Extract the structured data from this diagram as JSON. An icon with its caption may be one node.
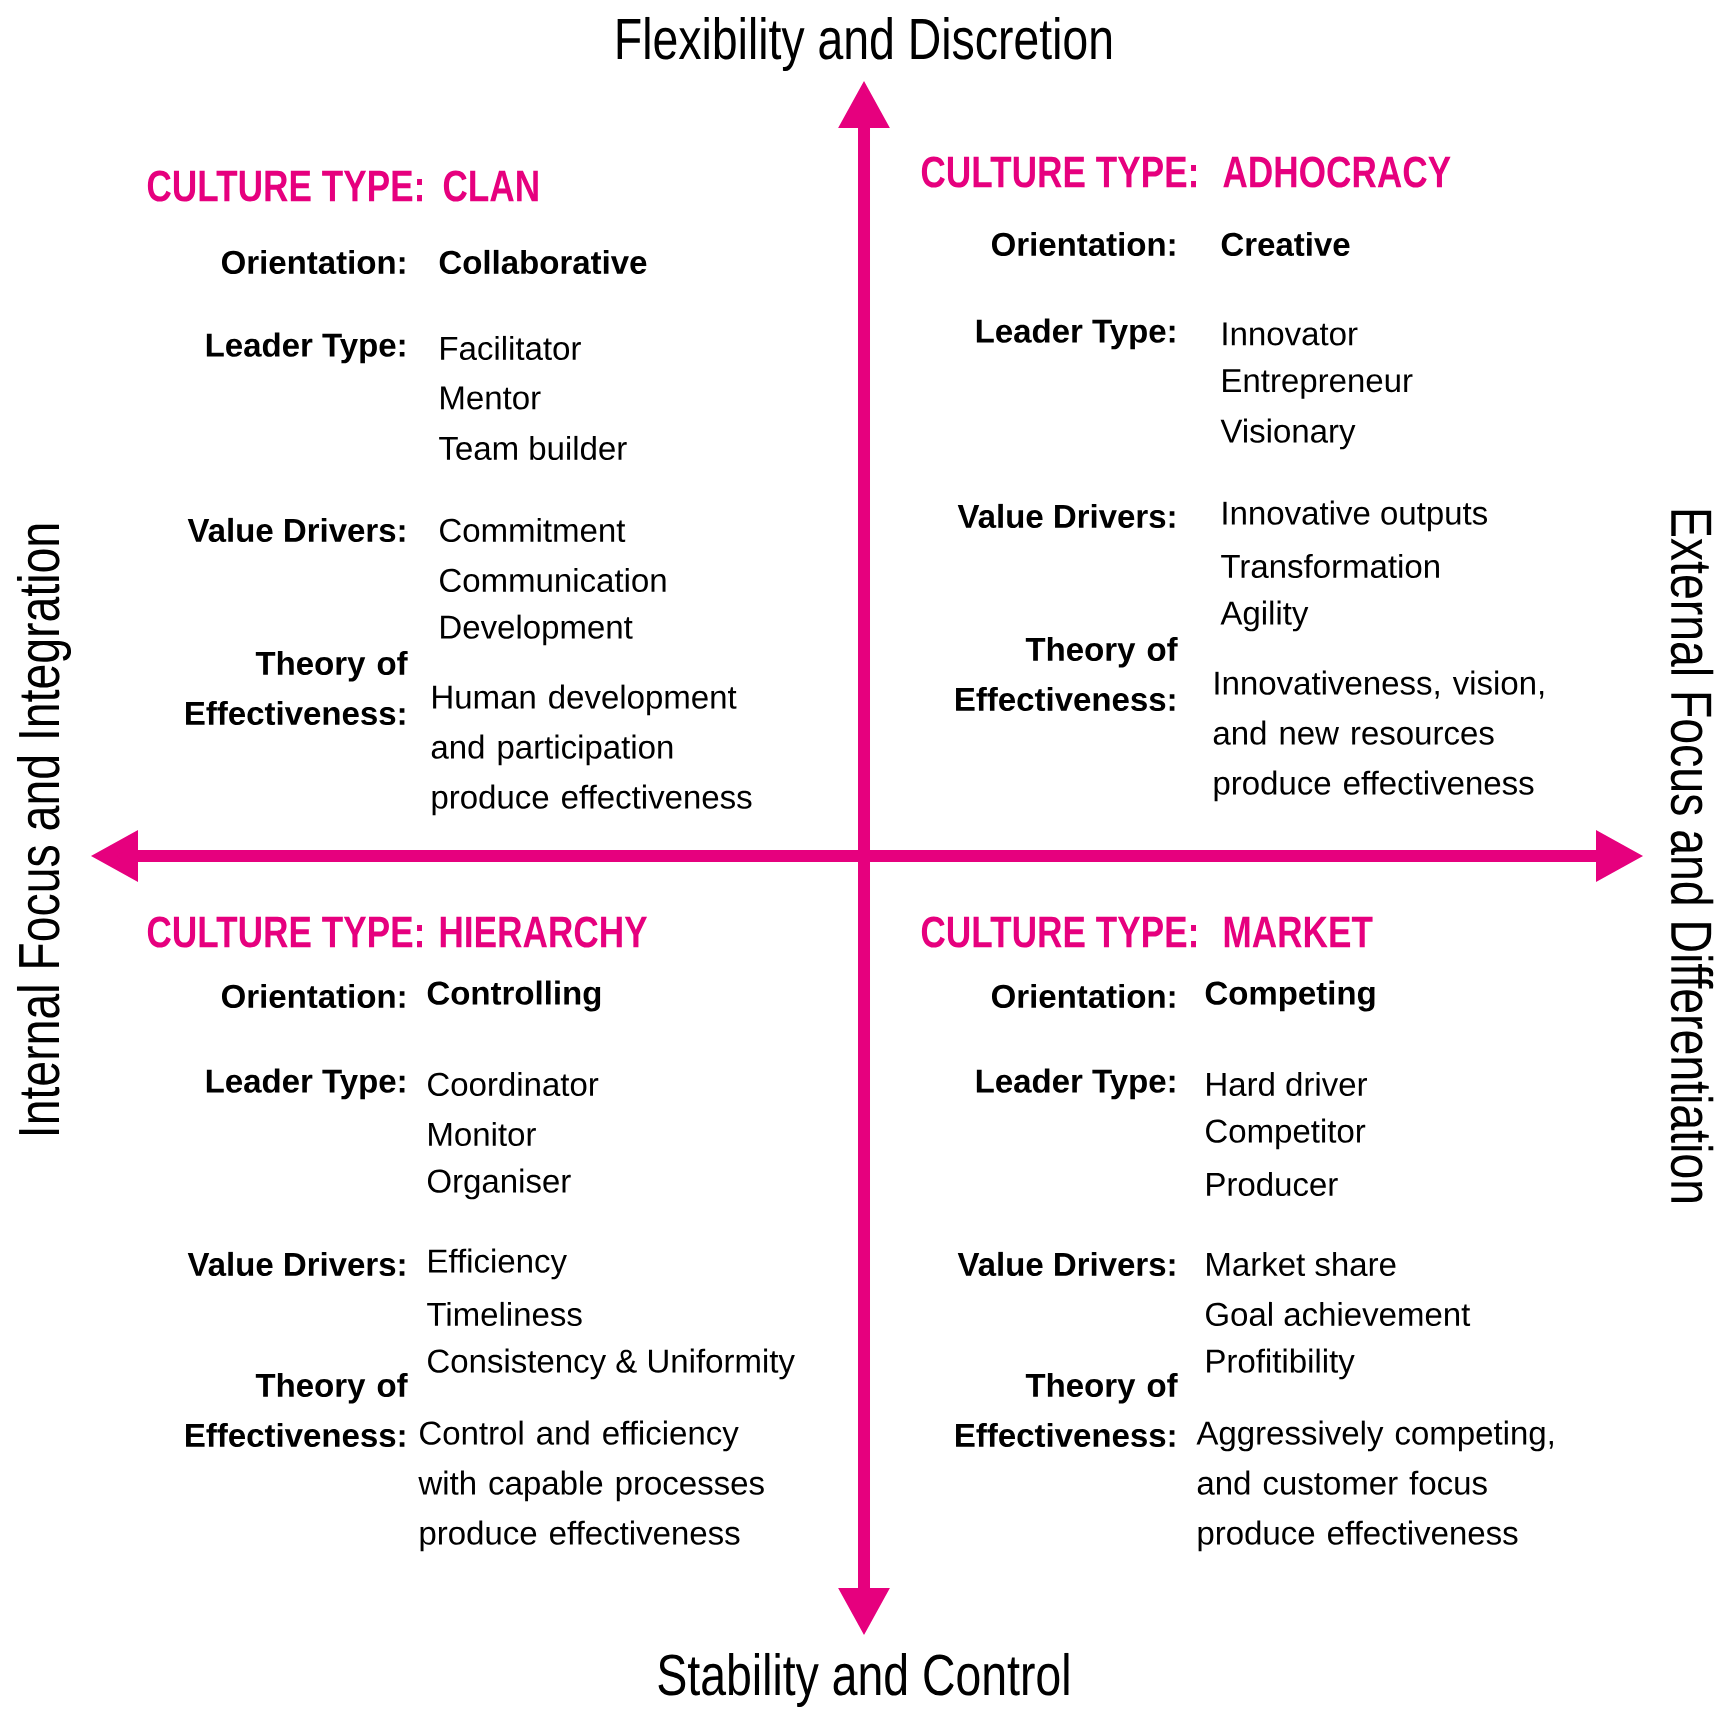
{
  "diagram": {
    "labels": [
      "Flexibility and Discretion",
      "CULTURE TYPE:",
      "CLAN",
      "Orientation:",
      "Collaborative",
      "Leader Type:",
      "Facilitator",
      "Mentor",
      "Team builder",
      "Value Drivers:",
      "Commitment",
      "Communication",
      "Development",
      "Theory of Effectiveness:",
      "Human development and participation produce effectiveness",
      "CULTURE TYPE:",
      "ADHOCRACY",
      "Orientation:",
      "Creative",
      "Leader Type:",
      "Innovator",
      "Entrepreneur",
      "Visionary",
      "Value Drivers:",
      "Innovative outputs",
      "Transformation",
      "Agility",
      "Theory of Effectiveness:",
      "Innovativeness, vision, and new resources produce effectiveness",
      "Internal Focus and Integration",
      "External Focus and Differentiation",
      "CULTURE TYPE:",
      "HIERARCHY",
      "Orientation:",
      "Controlling",
      "Leader Type:",
      "Coordinator",
      "Monitor",
      "Organiser",
      "Value Drivers:",
      "Efficiency",
      "Timeliness",
      "Consistency & Uniformity",
      "Theory of Effectiveness:",
      "Control and efficiency with capable processes produce effectiveness",
      "CULTURE TYPE:",
      "MARKET",
      "Orientation:",
      "Competing",
      "Leader Type:",
      "Hard driver",
      "Competitor",
      "Producer",
      "Value Drivers:",
      "Market share",
      "Goal achievement",
      "Profitibility",
      "Theory of Effectiveness:",
      "Aggressively competing, and customer focus produce effectiveness",
      "Stability and Control"
    ]
  }
}
